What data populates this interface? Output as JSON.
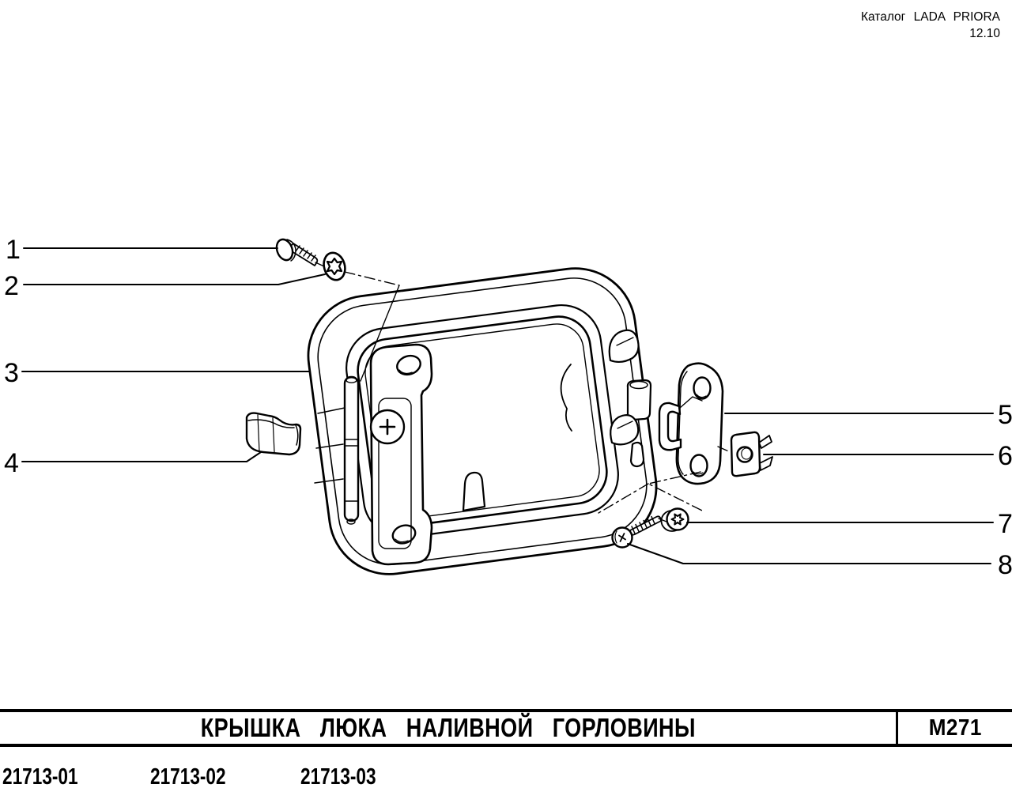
{
  "header": {
    "catalog_line": "Каталог LADA PRIORA",
    "edition": "12.10"
  },
  "diagram": {
    "callouts": [
      "1",
      "2",
      "3",
      "4",
      "5",
      "6",
      "7",
      "8"
    ],
    "parts": [
      {
        "number": "1",
        "icon": "screw-icon"
      },
      {
        "number": "2",
        "icon": "lock-washer-icon"
      },
      {
        "number": "3",
        "icon": "fuel-filler-flap-icon"
      },
      {
        "number": "4",
        "icon": "spring-clip-icon"
      },
      {
        "number": "5",
        "icon": "latch-bracket-icon"
      },
      {
        "number": "6",
        "icon": "clip-nut-icon"
      },
      {
        "number": "7",
        "icon": "lock-washer-icon"
      },
      {
        "number": "8",
        "icon": "screw-icon"
      }
    ]
  },
  "footer": {
    "title": "КРЫШКА ЛЮКА НАЛИВНОЙ ГОРЛОВИНЫ",
    "section_code": "М271",
    "part_numbers": [
      "21713-01",
      "21713-02",
      "21713-03"
    ]
  }
}
